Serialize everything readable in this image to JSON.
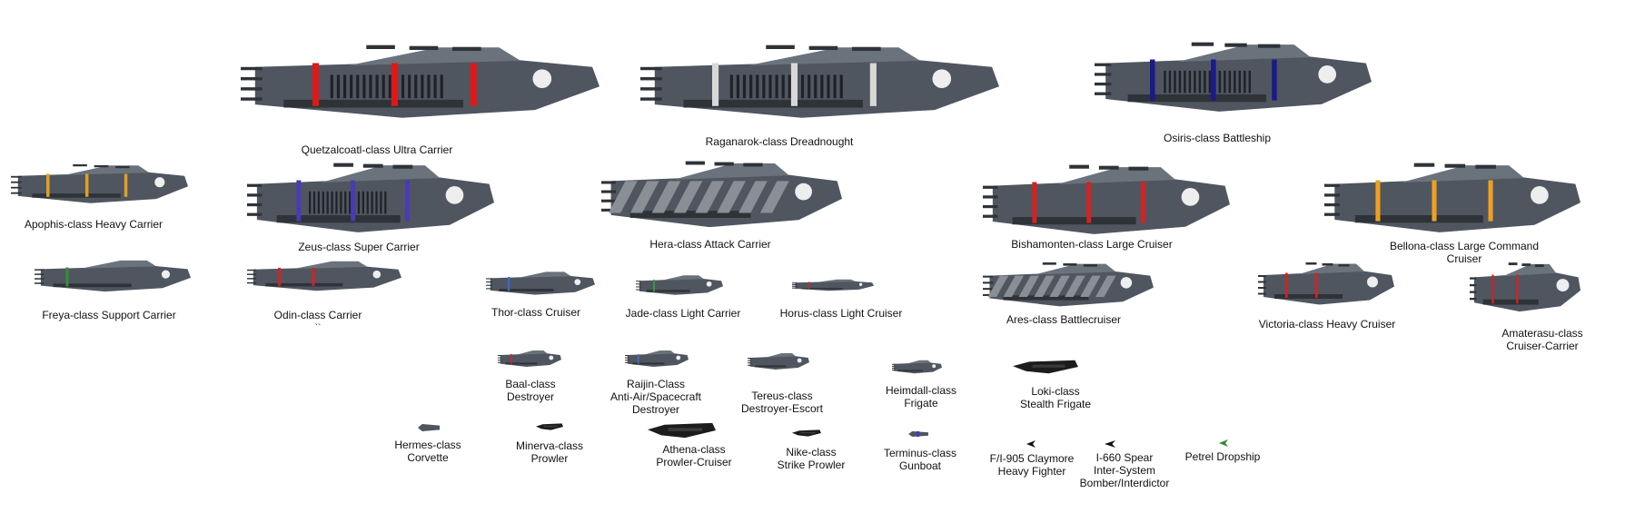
{
  "ships": [
    {
      "id": "quetzalcoatl",
      "label": "Quetzalcoatl-class Ultra Carrier",
      "stripe": "#e01818",
      "emblem": "#ffffff"
    },
    {
      "id": "raganarok",
      "label": "Raganarok-class Dreadnought",
      "stripe": "#d8d8d8",
      "emblem": "#ffffff"
    },
    {
      "id": "osiris",
      "label": "Osiris-class Battleship",
      "stripe": "#1a1a8a",
      "emblem": "#ffffff"
    },
    {
      "id": "apophis",
      "label": "Apophis-class Heavy Carrier",
      "stripe": "#e0a020",
      "emblem": "#ffffff"
    },
    {
      "id": "zeus",
      "label": "Zeus-class Super Carrier",
      "stripe": "#4a3ab8",
      "emblem": "#ffffff"
    },
    {
      "id": "hera",
      "label": "Hera-class Attack Carrier",
      "stripe": "#9a9a9a",
      "emblem": "#ffffff"
    },
    {
      "id": "bishamonten",
      "label": "Bishamonten-class Large Cruiser",
      "stripe": "#d82020",
      "emblem": "#ffffff"
    },
    {
      "id": "bellona",
      "label": "Bellona-class Large Command Cruiser",
      "stripe": "#f0a020",
      "emblem": "#ffffff"
    },
    {
      "id": "freya",
      "label": "Freya-class Support Carrier",
      "stripe": "#3a8a3a",
      "emblem": "#ffffff"
    },
    {
      "id": "odin",
      "label": "Odin-class Carrier",
      "stripe": "#d82020",
      "emblem": "#ffffff",
      "note": "``"
    },
    {
      "id": "thor",
      "label": "Thor-class Cruiser",
      "stripe": "#3a6ad0",
      "emblem": "#ffffff"
    },
    {
      "id": "jade",
      "label": "Jade-class Light Carrier",
      "stripe": "#3aa03a",
      "emblem": "#ffffff"
    },
    {
      "id": "horus",
      "label": "Horus-class Light Cruiser",
      "stripe": "#d82020",
      "emblem": "#ffffff"
    },
    {
      "id": "ares",
      "label": "Ares-class Battlecruiser",
      "stripe": "#4a5a8a",
      "emblem": "#ffffff"
    },
    {
      "id": "victoria",
      "label": "Victoria-class Heavy Cruiser",
      "stripe": "#d82020",
      "emblem": "#ffffff"
    },
    {
      "id": "amaterasu",
      "label": "Amaterasu-class\nCruiser-Carrier",
      "stripe": "#d82020",
      "emblem": "#ffffff"
    },
    {
      "id": "baal",
      "label": "Baal-class\nDestroyer",
      "stripe": "#d82020",
      "emblem": "#ffffff"
    },
    {
      "id": "raijin",
      "label": "Raijin-Class\nAnti-Air/Spacecraft\nDestroyer",
      "stripe": "#4a6ad0",
      "emblem": "#ffffff"
    },
    {
      "id": "tereus",
      "label": "Tereus-class\nDestroyer-Escort",
      "stripe": "#888888",
      "emblem": "#ffffff"
    },
    {
      "id": "heimdall",
      "label": "Heimdall-class\nFrigate",
      "stripe": "#888888",
      "emblem": "#ffffff"
    },
    {
      "id": "loki",
      "label": "Loki-class\nStealth Frigate",
      "stripe": "#111111",
      "emblem": "#111111"
    },
    {
      "id": "hermes",
      "label": "Hermes-class\nCorvette",
      "stripe": "#888888",
      "emblem": "#ffffff"
    },
    {
      "id": "minerva",
      "label": "Minerva-class\nProwler",
      "stripe": "#222222",
      "emblem": "#222222"
    },
    {
      "id": "athena",
      "label": "Athena-class\nProwler-Cruiser",
      "stripe": "#222222",
      "emblem": "#222222"
    },
    {
      "id": "nike",
      "label": "Nike-class\nStrike Prowler",
      "stripe": "#222222",
      "emblem": "#222222"
    },
    {
      "id": "terminus",
      "label": "Terminus-class\nGunboat",
      "stripe": "#4a3ab8",
      "emblem": "#ffffff"
    },
    {
      "id": "claymore",
      "label": "F/I-905 Claymore\nHeavy Fighter",
      "stripe": "#111111",
      "emblem": "#111111"
    },
    {
      "id": "spear",
      "label": "I-660 Spear\nInter-System\nBomber/Interdictor",
      "stripe": "#111111",
      "emblem": "#111111"
    },
    {
      "id": "petrel",
      "label": "Petrel Dropship",
      "stripe": "#2a8a2a",
      "emblem": "#2a8a2a"
    }
  ],
  "hull_color": "#4f5660",
  "hull_light": "#6a727c",
  "hull_dark": "#2e3338"
}
